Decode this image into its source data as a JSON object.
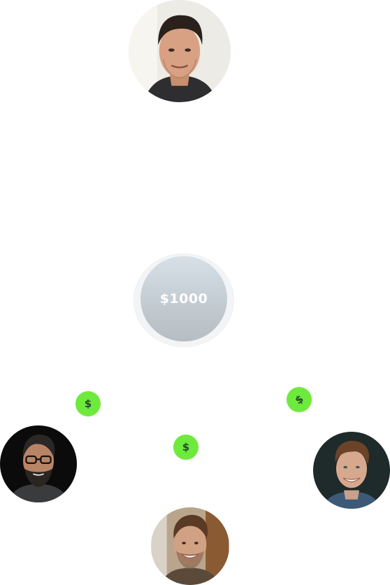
{
  "pool": {
    "amount": "$1000"
  },
  "coins": [
    {
      "symbol": "$",
      "icon": "dollar-coin-icon"
    },
    {
      "symbol": "$",
      "icon": "dollar-coin-icon"
    },
    {
      "symbol": "$",
      "icon": "dollar-coin-icon"
    }
  ],
  "avatars": [
    {
      "icon": "person-avatar-top"
    },
    {
      "icon": "person-avatar-left"
    },
    {
      "icon": "person-avatar-right"
    },
    {
      "icon": "person-avatar-bottom"
    }
  ],
  "colors": {
    "coin": "#6eea3c",
    "coin_symbol": "#244a33",
    "pool_top": "#d7e0e6",
    "pool_bottom": "#b6bdc3",
    "pool_ring": "#f3f4f6"
  }
}
